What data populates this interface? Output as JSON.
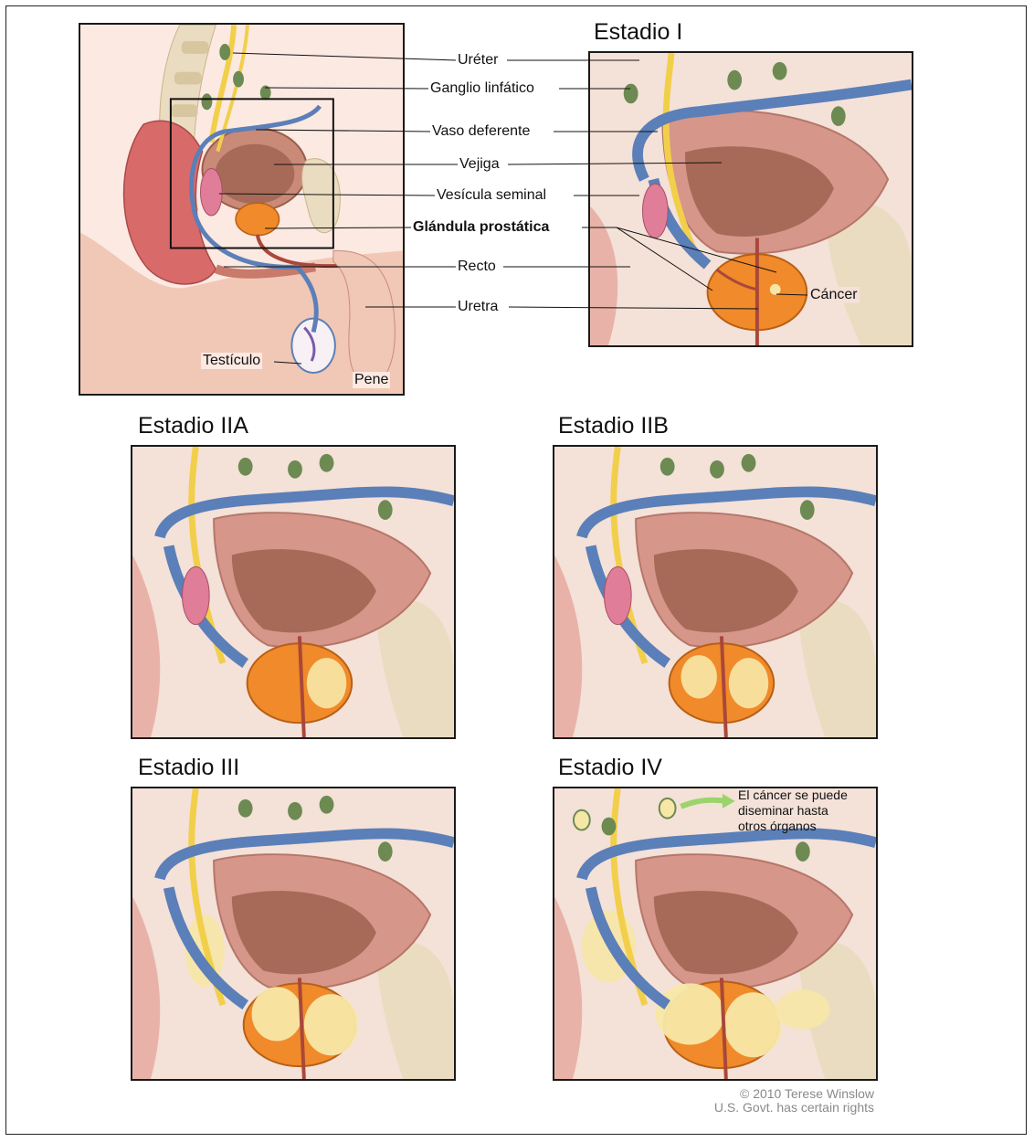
{
  "labels": {
    "ureter": "Uréter",
    "lymph_node": "Ganglio linfático",
    "vas_deferens": "Vaso deferente",
    "bladder": "Vejiga",
    "seminal_vesicle": "Vesícula seminal",
    "prostate": "Glándula prostática",
    "rectum": "Recto",
    "urethra": "Uretra",
    "testicle": "Testículo",
    "penis": "Pene",
    "cancer": "Cáncer"
  },
  "stages": {
    "stage_1": "Estadio I",
    "stage_2a": "Estadio IIA",
    "stage_2b": "Estadio IIB",
    "stage_3": "Estadio III",
    "stage_4": "Estadio IV"
  },
  "spread_note": [
    "El cáncer se puede",
    "diseminar hasta",
    "otros órganos"
  ],
  "credit": [
    "© 2010 Terese Winslow",
    "U.S. Govt. has certain rights"
  ],
  "colors": {
    "tissue": "#f4e1d8",
    "bladder": "#c98a78",
    "bladder_inner": "#a86a58",
    "prostate": "#f08a2a",
    "ureter": "#f2cf4a",
    "vessel": "#5b7fb8",
    "seminal_vesicle": "#e07d98",
    "lymph_node": "#6c8a52",
    "bone": "#eadcc0",
    "cancer": "#f7e7a6"
  }
}
